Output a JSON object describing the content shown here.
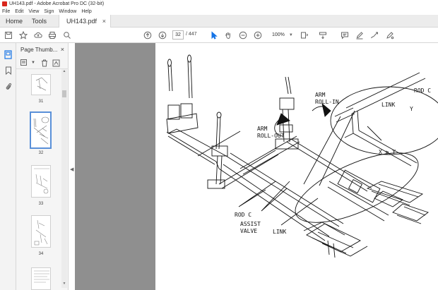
{
  "window": {
    "title": "UH143.pdf - Adobe Acrobat Pro DC (32-bit)"
  },
  "menu": [
    "File",
    "Edit",
    "View",
    "Sign",
    "Window",
    "Help"
  ],
  "tabs": {
    "home": "Home",
    "tools": "Tools",
    "document": "UH143.pdf",
    "close": "×"
  },
  "toolbar": {
    "current_page": "32",
    "total_pages": "/ 447",
    "zoom": "100%"
  },
  "thumbnails": {
    "panel_title": "Page Thumb...",
    "close": "×",
    "pages": [
      "31",
      "32",
      "33",
      "34"
    ],
    "selected": "32"
  },
  "diagram": {
    "labels": {
      "arm_roll_in_1": "ARM",
      "arm_roll_in_2": "ROLL-IN",
      "arm_roll_out_1": "ARM",
      "arm_roll_out_2": "ROLL-OUT",
      "rod_c_top": "ROD C",
      "x_top": "X",
      "y_top": "Y",
      "link_top": "LINK",
      "x_gt_y": "X > Y",
      "rod_c_bottom": "ROD C",
      "assist_1": "ASSIST",
      "assist_2": "VALVE",
      "link_bottom": "LINK"
    }
  },
  "colors": {
    "accent": "#1473e6",
    "viewer_bg": "#8f8f8f",
    "tabbar": "#ececec"
  }
}
